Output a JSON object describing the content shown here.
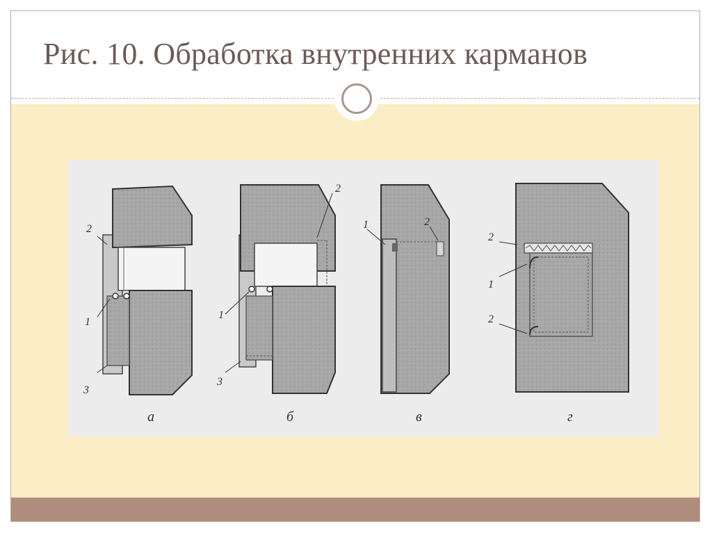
{
  "slide": {
    "title": "Рис. 10. Обработка внутренних карманов"
  },
  "colors": {
    "accent": "#b08c7d",
    "content_bg": "#fbeec6",
    "title_text": "#6b5b55",
    "fabric": "#a3a3a3"
  },
  "figure": {
    "panels": [
      {
        "letter": "а",
        "callouts": [
          "2",
          "1",
          "3"
        ]
      },
      {
        "letter": "б",
        "callouts": [
          "2",
          "1",
          "3"
        ]
      },
      {
        "letter": "в",
        "callouts": [
          "1",
          "2"
        ]
      },
      {
        "letter": "г",
        "callouts": [
          "2",
          "1",
          "2"
        ]
      }
    ]
  }
}
